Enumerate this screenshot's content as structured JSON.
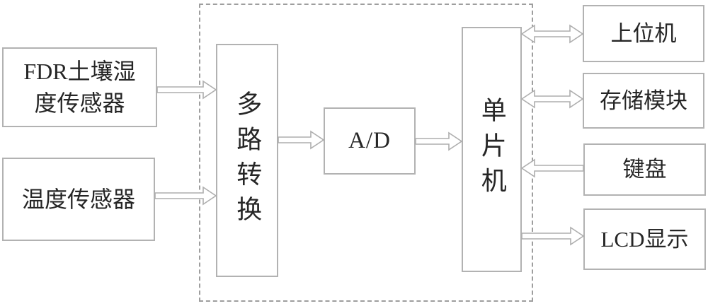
{
  "diagram": {
    "type": "block-diagram",
    "subject": "soil moisture and temperature acquisition system",
    "colors": {
      "background": "#ffffff",
      "box_border": "#b2b2b2",
      "dashed_border": "#9e9e9e",
      "arrow_outline": "#aeaeae",
      "arrow_fill": "#ffffff",
      "text": "#262626"
    },
    "nodes": {
      "fdr_sensor": {
        "label": "FDR土壤湿\n度传感器"
      },
      "temp_sensor": {
        "label": "温度传感器"
      },
      "multiplexer": {
        "label": "多路转换"
      },
      "adc": {
        "label": "A/D"
      },
      "mcu": {
        "label": "单片机"
      },
      "host_pc": {
        "label": "上位机"
      },
      "storage": {
        "label": "存储模块"
      },
      "keyboard": {
        "label": "键盘"
      },
      "lcd": {
        "label": "LCD显示"
      }
    },
    "edges": [
      {
        "from": "fdr_sensor",
        "to": "multiplexer",
        "style": "one-way"
      },
      {
        "from": "temp_sensor",
        "to": "multiplexer",
        "style": "one-way"
      },
      {
        "from": "multiplexer",
        "to": "adc",
        "style": "one-way"
      },
      {
        "from": "adc",
        "to": "mcu",
        "style": "one-way"
      },
      {
        "from": "mcu",
        "to": "host_pc",
        "style": "two-way"
      },
      {
        "from": "mcu",
        "to": "storage",
        "style": "two-way"
      },
      {
        "from": "keyboard",
        "to": "mcu",
        "style": "one-way"
      },
      {
        "from": "mcu",
        "to": "lcd",
        "style": "one-way"
      }
    ]
  }
}
